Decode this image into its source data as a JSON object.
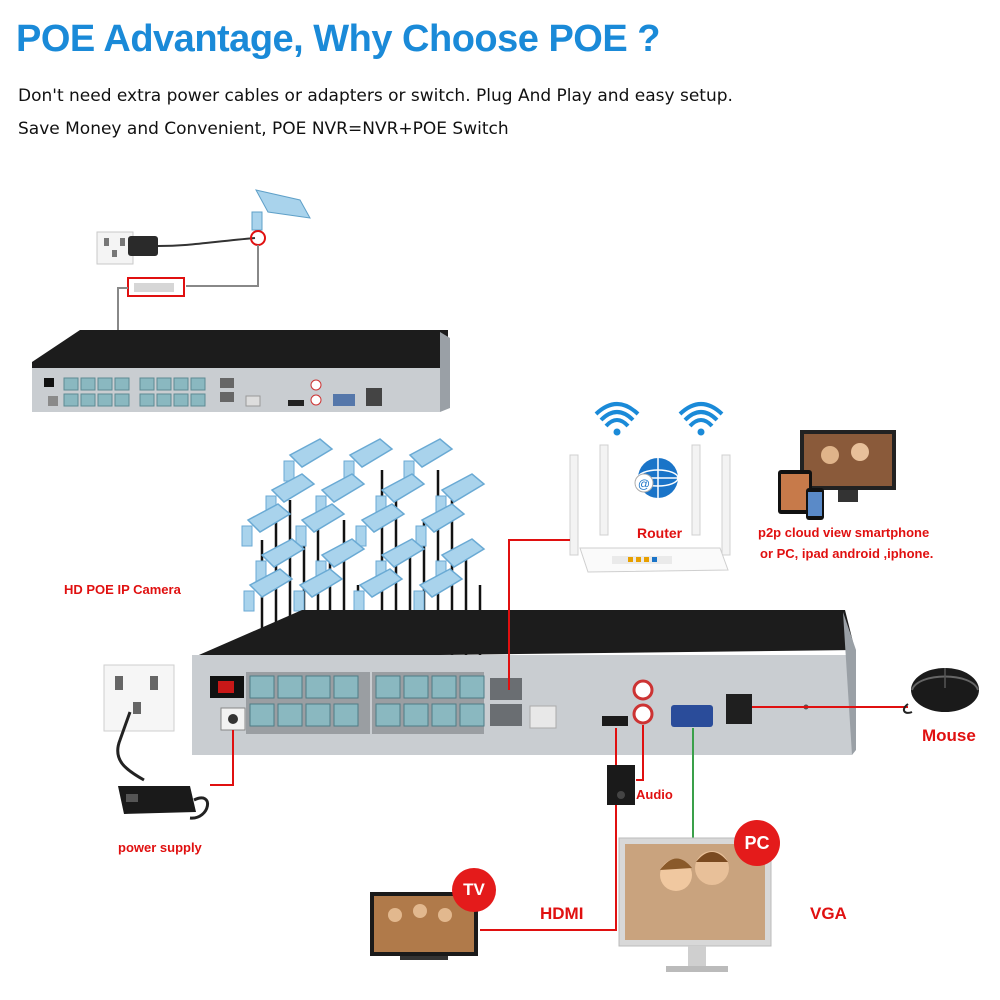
{
  "header": {
    "title": "POE Advantage, Why Choose POE ?",
    "line1": "Don't need extra power cables or adapters or switch. Plug And Play and easy setup.",
    "line2": "Save Money and Convenient, POE NVR=NVR+POE Switch"
  },
  "labels": {
    "router": "Router",
    "p2p_line1": "p2p cloud  view smartphone",
    "p2p_line2": "or PC, ipad android ,iphone.",
    "camera": "HD POE IP Camera",
    "power_supply": "power supply",
    "mouse": "Mouse",
    "audio": "Audio",
    "hdmi": "HDMI",
    "vga": "VGA",
    "tv": "TV",
    "pc": "PC"
  },
  "colors": {
    "title_blue": "#1a8ad8",
    "label_red": "#e01010",
    "badge_red": "#e41b1b",
    "nvr_top": "#1c1c1c",
    "nvr_front": "#c9cdd1",
    "port_teal": "#8ab8c0",
    "camera_blue": "#a9d3ec"
  },
  "icons": [
    "camera-icon",
    "wall-socket-icon",
    "power-adapter-icon",
    "router-icon",
    "wifi-icon",
    "mouse-icon",
    "speaker-icon",
    "tv-icon",
    "monitor-icon",
    "tablet-icon",
    "smartphone-icon"
  ]
}
